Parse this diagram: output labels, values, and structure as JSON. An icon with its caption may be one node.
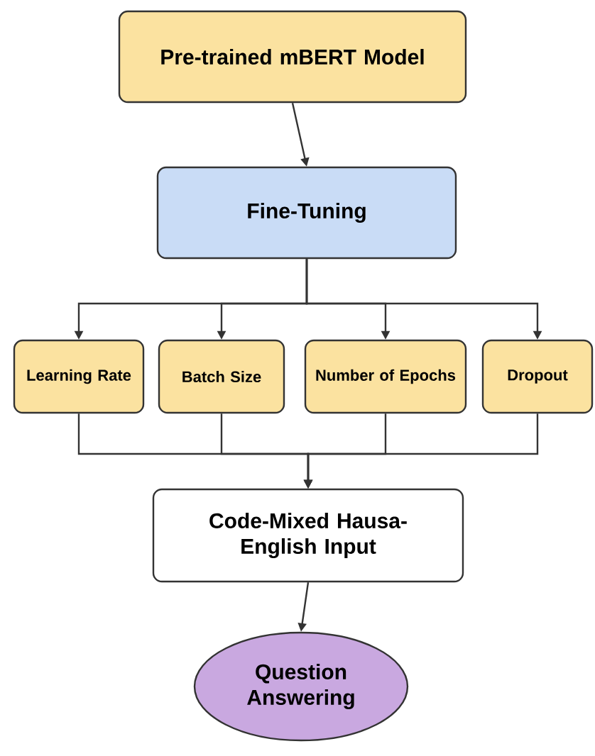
{
  "diagram": {
    "nodes": [
      {
        "text": [
          "Pre-trained mBERT Model"
        ]
      },
      {
        "text": [
          "Fine-Tuning"
        ]
      },
      {
        "text": [
          "Learning Rate"
        ]
      },
      {
        "text": [
          "Batch Size"
        ]
      },
      {
        "text": [
          "Number of Epochs"
        ]
      },
      {
        "text": [
          "Dropout"
        ]
      },
      {
        "text": [
          "Code-Mixed Hausa-English Input"
        ]
      },
      {
        "text": [
          "Question Answering"
        ]
      }
    ],
    "edges": [
      {
        "from": 0,
        "to": 1,
        "arrow": "to"
      },
      {
        "from": 1,
        "to": 2,
        "arrow": "to"
      },
      {
        "from": 1,
        "to": 3,
        "arrow": "to"
      },
      {
        "from": 1,
        "to": 4,
        "arrow": "to"
      },
      {
        "from": 1,
        "to": 5,
        "arrow": "to"
      },
      {
        "from": 2,
        "to": 6,
        "arrow": "to"
      },
      {
        "from": 3,
        "to": 6,
        "arrow": "to"
      },
      {
        "from": 4,
        "to": 6,
        "arrow": "to"
      },
      {
        "from": 5,
        "to": 6,
        "arrow": "to"
      },
      {
        "from": 6,
        "to": 7,
        "arrow": "to"
      }
    ]
  }
}
